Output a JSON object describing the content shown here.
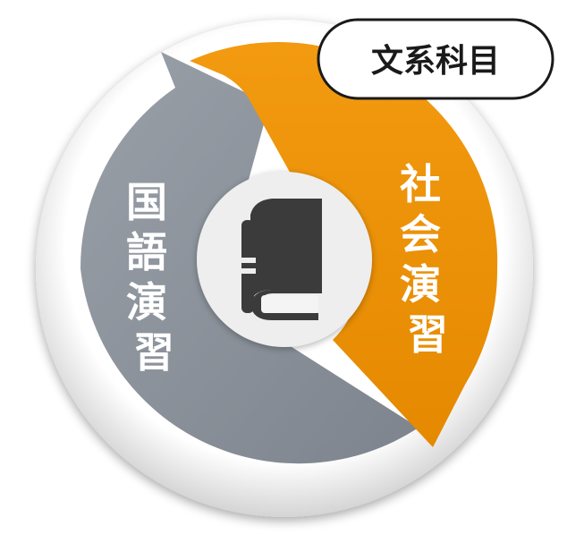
{
  "badge": {
    "label": "文系科目"
  },
  "segments": {
    "left": {
      "label": "国語演習"
    },
    "right": {
      "label": "社会演習"
    }
  },
  "center": {
    "icon": "book-icon"
  },
  "colors": {
    "left_segment": "#8a9099",
    "right_segment": "#ee9000",
    "outer_ring": "#d9d9d9",
    "badge_border": "#1a1a1a",
    "badge_text": "#1a1a1a",
    "book": "#3b3b3b",
    "label_text": "#ffffff"
  }
}
